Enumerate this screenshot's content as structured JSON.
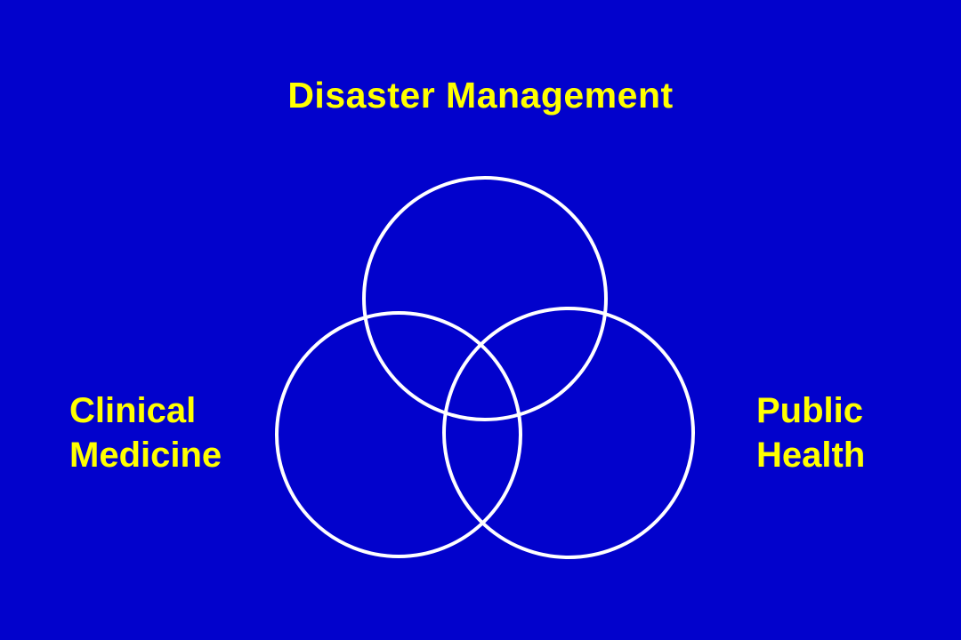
{
  "slide": {
    "title": "Disaster Management",
    "labels": {
      "left_line1": "Clinical",
      "left_line2": "Medicine",
      "right_line1": "Public",
      "right_line2": "Health"
    },
    "colors": {
      "background": "#0202CC",
      "text_yellow": "#FFFF00",
      "circle_stroke": "#FFFFFF"
    },
    "diagram": {
      "type": "venn",
      "circle_count": 3,
      "circles": [
        {
          "name": "top-circle",
          "associated_label": "Disaster Management"
        },
        {
          "name": "bottom-left-circle",
          "associated_label": "Clinical Medicine"
        },
        {
          "name": "bottom-right-circle",
          "associated_label": "Public Health"
        }
      ]
    }
  }
}
